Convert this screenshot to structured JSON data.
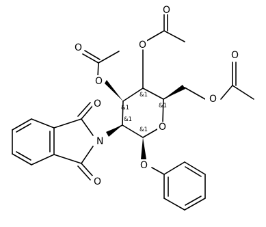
{
  "structure": {
    "atom_labels": {
      "O_ring": "O",
      "O_phenoxy": "O",
      "O_ac2": "O",
      "O_ac2_carbonyl": "O",
      "O_ac3": "O",
      "O_ac3_carbonyl": "O",
      "O_ac6": "O",
      "O_ac6_carbonyl": "O",
      "N_phth": "N",
      "O_phth_top": "O",
      "O_phth_bottom": "O"
    },
    "stereo_labels": {
      "C2": "&1",
      "C3": "&1",
      "C4": "&1",
      "C5": "&1",
      "C1": "&1"
    }
  }
}
